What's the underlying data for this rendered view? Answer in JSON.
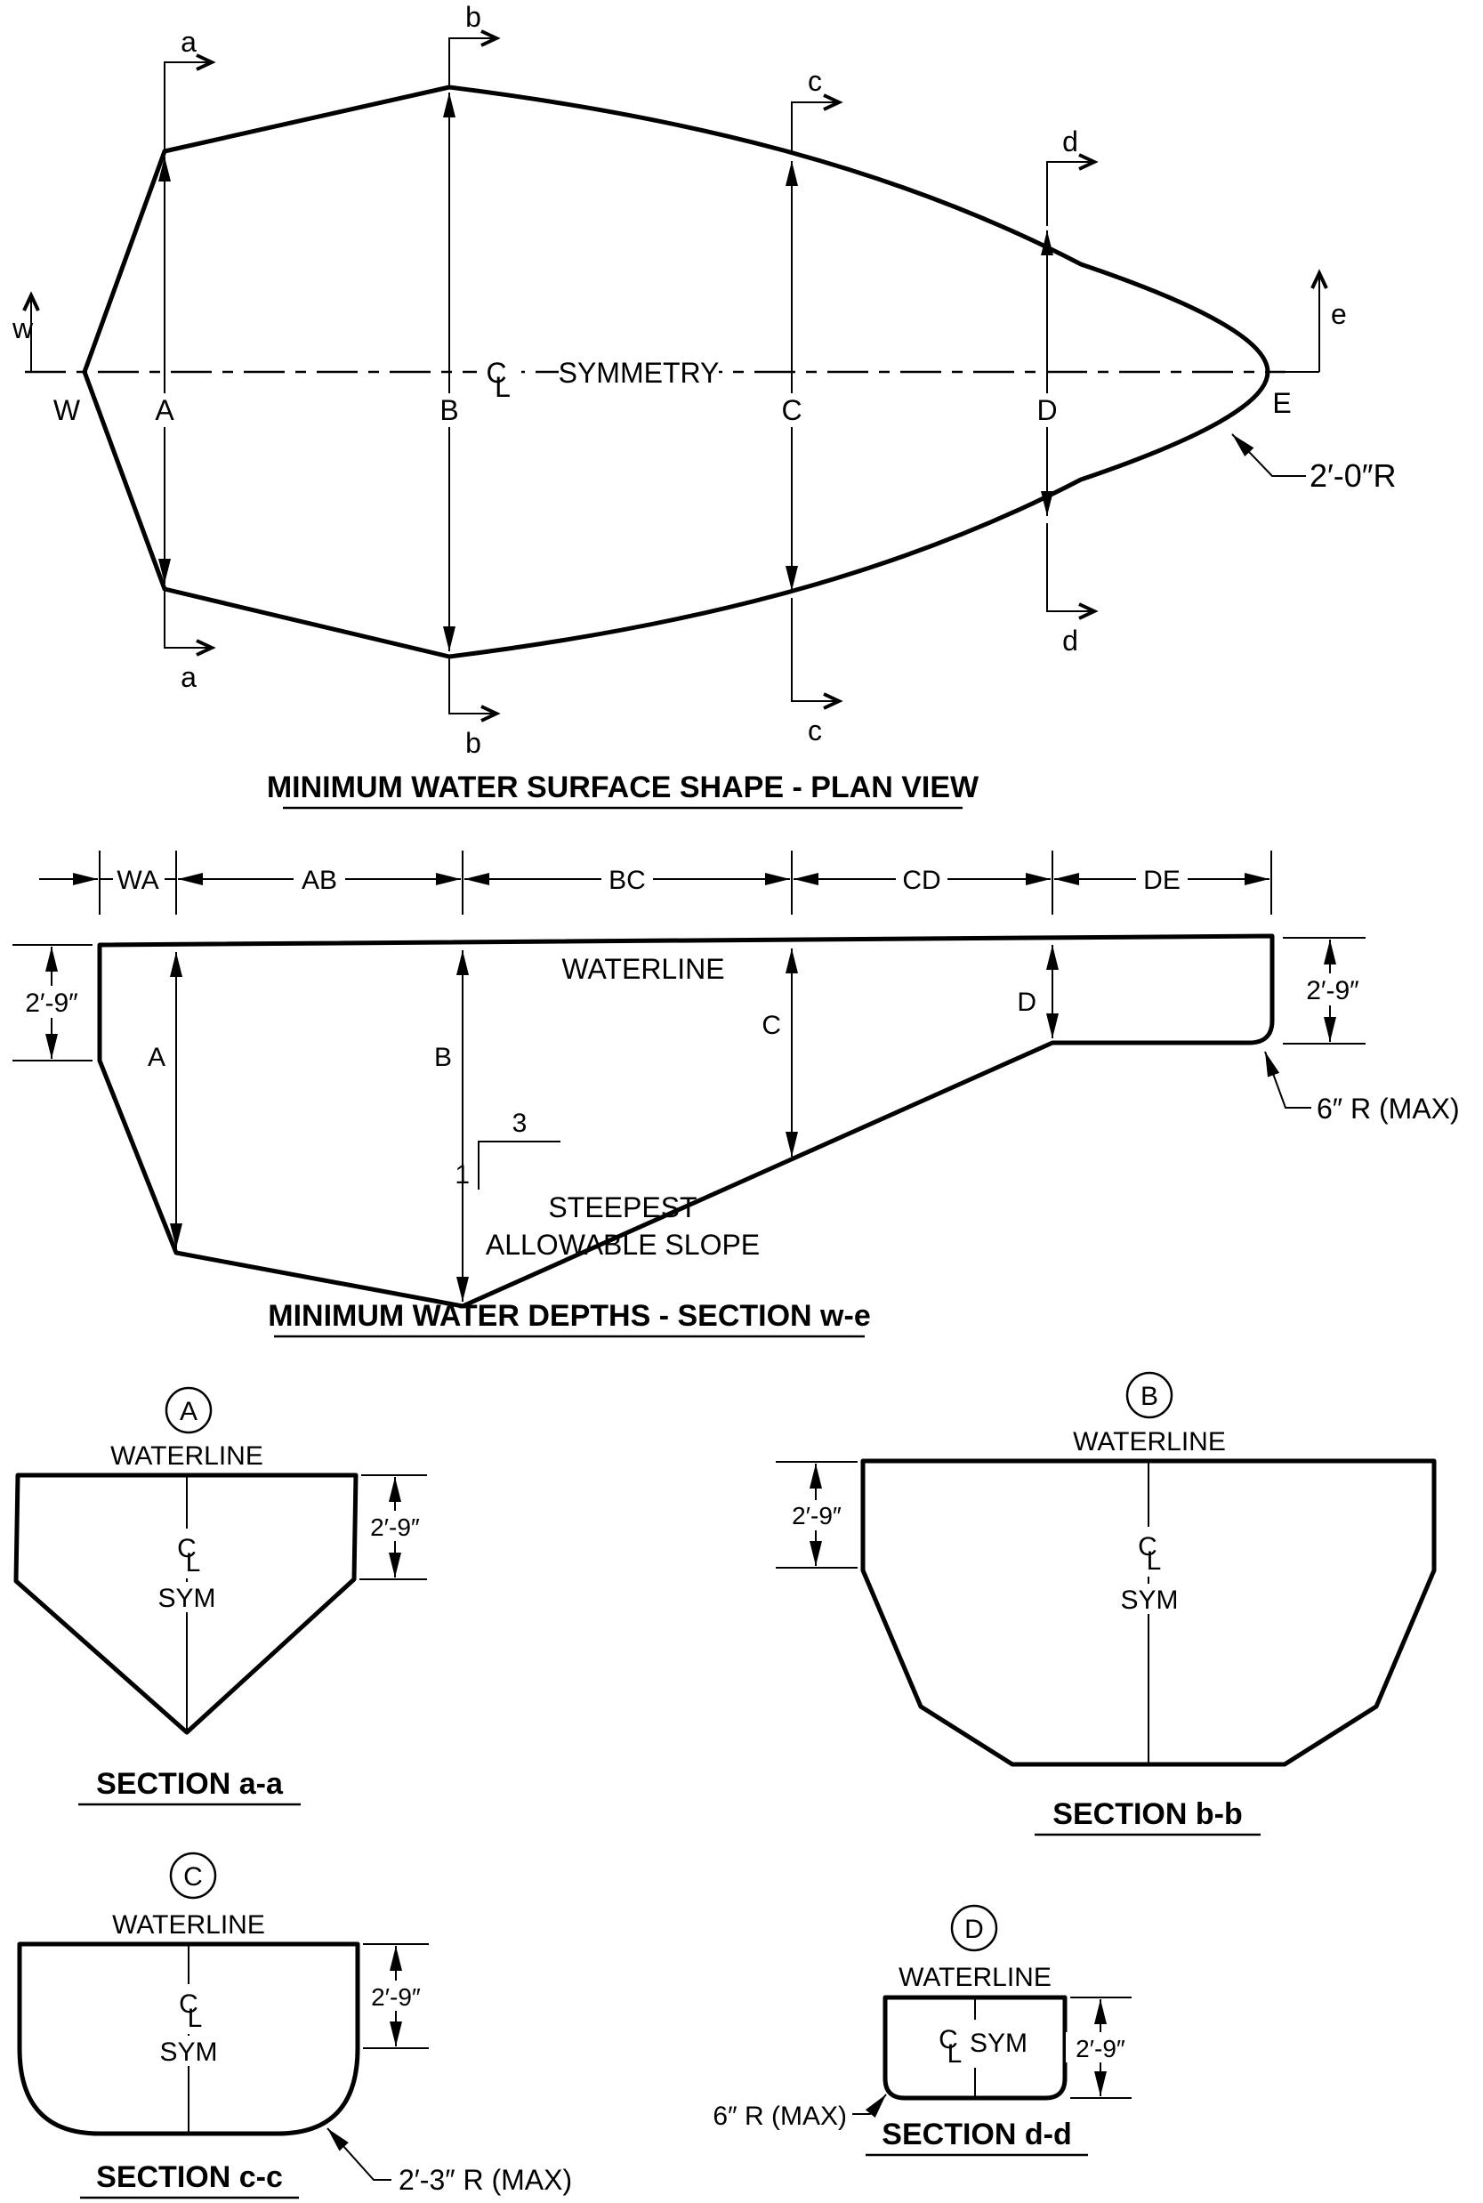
{
  "plan": {
    "title": "MINIMUM WATER SURFACE SHAPE - PLAN VIEW",
    "cuts": {
      "w": "w",
      "a": "a",
      "b": "b",
      "c": "c",
      "d": "d",
      "e": "e"
    },
    "stations": {
      "W": "W",
      "A": "A",
      "B": "B",
      "C": "C",
      "D": "D",
      "E": "E"
    },
    "centerline": {
      "c": "C",
      "l": "L",
      "label": "SYMMETRY"
    },
    "radius_note": "2′-0″R"
  },
  "we": {
    "title": "MINIMUM WATER DEPTHS - SECTION w-e",
    "dims": {
      "WA": "WA",
      "AB": "AB",
      "BC": "BC",
      "CD": "CD",
      "DE": "DE"
    },
    "depth_left": "2′-9″",
    "depth_right": "2′-9″",
    "waterline": "WATERLINE",
    "stations": {
      "A": "A",
      "B": "B",
      "C": "C",
      "D": "D"
    },
    "slope": {
      "run": "3",
      "rise": "1",
      "note1": "STEEPEST",
      "note2": "ALLOWABLE SLOPE"
    },
    "radius_note": "6″ R (MAX)"
  },
  "aa": {
    "bubble": "A",
    "waterline": "WATERLINE",
    "cl_c": "C",
    "cl_l": "L",
    "sym": "SYM",
    "depth": "2′-9″",
    "title": "SECTION a-a"
  },
  "bb": {
    "bubble": "B",
    "waterline": "WATERLINE",
    "cl_c": "C",
    "cl_l": "L",
    "sym": "SYM",
    "depth": "2′-9″",
    "title": "SECTION b-b"
  },
  "cc": {
    "bubble": "C",
    "waterline": "WATERLINE",
    "cl_c": "C",
    "cl_l": "L",
    "sym": "SYM",
    "depth": "2′-9″",
    "title": "SECTION c-c",
    "radius_note": "2′-3″ R (MAX)"
  },
  "dd": {
    "bubble": "D",
    "waterline": "WATERLINE",
    "cl_c": "C",
    "cl_l": "L",
    "sym": "SYM",
    "depth": "2′-9″",
    "title": "SECTION d-d",
    "radius_note": "6″ R (MAX)"
  }
}
